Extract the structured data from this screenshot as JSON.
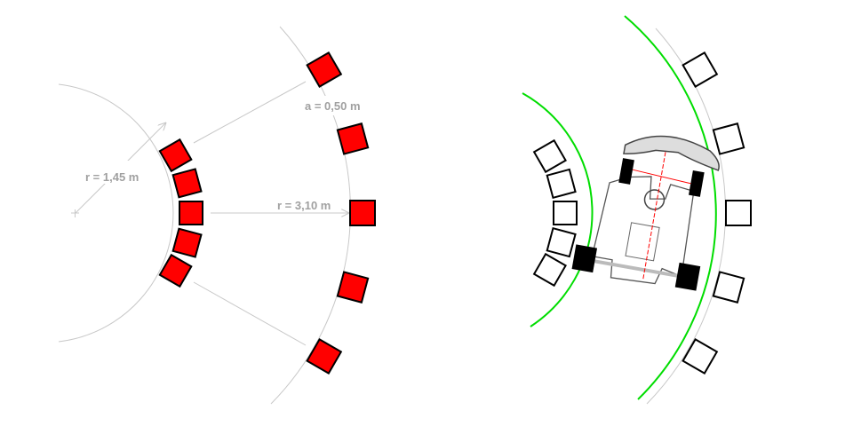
{
  "left_diagram": {
    "inner_radius_label": "r = 1,45 m",
    "outer_radius_label": "r = 3,10 m",
    "spacing_label": "a = 0,50 m",
    "marker_angles_deg": [
      -30,
      -15,
      0,
      15,
      30
    ],
    "marker_color": "#ff0000"
  },
  "right_diagram": {
    "marker_angles_deg": [
      -30,
      -15,
      0,
      15,
      30
    ],
    "track_color": "#00dd00",
    "wheel_color": "#000000",
    "axis_color": "#ff0000"
  }
}
